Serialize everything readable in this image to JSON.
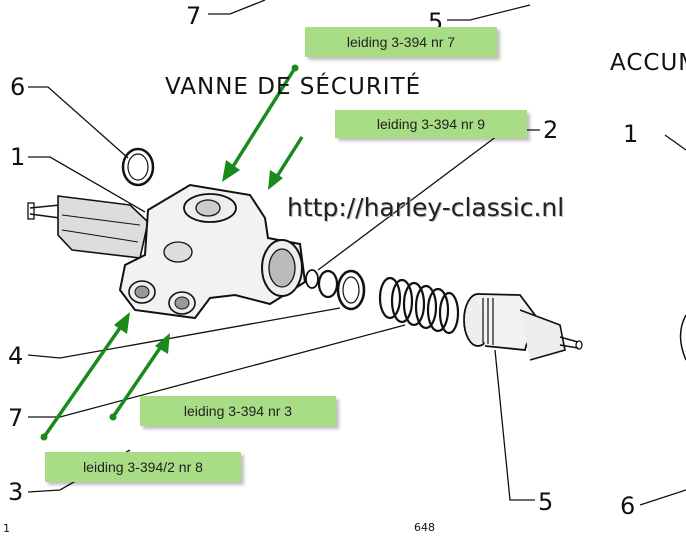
{
  "title": "VANNE DE SÉCURITÉ",
  "right_title": "ACCUM",
  "watermark": "http://harley-classic.nl",
  "labels": {
    "l7": "leiding 3-394 nr 7",
    "l9": "leiding 3-394 nr 9",
    "l3": "leiding 3-394 nr 3",
    "l8": "leiding 3-394/2 nr 8"
  },
  "callouts": {
    "top7": "7",
    "top5": "5",
    "n6": "6",
    "n1": "1",
    "n2": "2",
    "n4": "4",
    "n7": "7",
    "n3": "3",
    "n5": "5",
    "r1": "1",
    "r6": "6"
  },
  "footer": {
    "left": "1",
    "page": "648"
  },
  "colors": {
    "label_bg": "#a8dd86",
    "arrow": "#1a8a1a"
  }
}
